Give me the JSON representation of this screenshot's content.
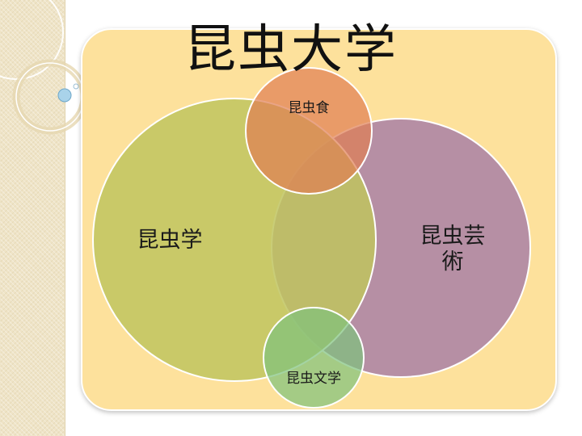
{
  "title": "昆虫大学",
  "diagram": {
    "type": "venn",
    "sets": [
      {
        "label": "昆虫学",
        "color": "#c0c463"
      },
      {
        "label": "昆虫芸\n術",
        "color": "#b18aa9"
      },
      {
        "label": "昆虫食",
        "color": "#e18a5e"
      },
      {
        "label": "昆虫文学",
        "color": "#8bc486"
      }
    ]
  },
  "colors": {
    "panel": "#fde19c",
    "side_strip": "#efe4c7"
  }
}
